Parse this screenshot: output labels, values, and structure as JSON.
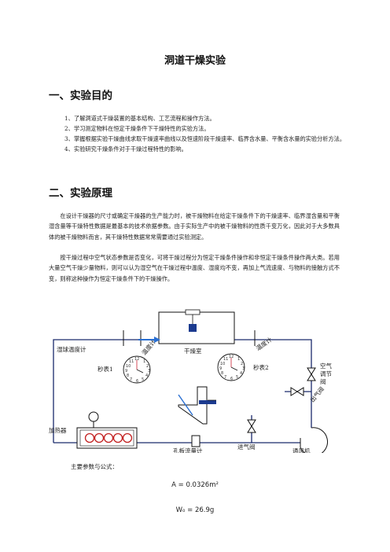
{
  "title": "洞道干燥实验",
  "section1": {
    "heading": "一、实验目的",
    "items": [
      {
        "num": "1、",
        "text": "了解洞道式干燥装置的基本结构、工艺流程和操作方法。"
      },
      {
        "num": "2、",
        "text": "学习测定物料在恒定干燥条件下干燥特性的实验方法。"
      },
      {
        "num": "3、",
        "text": "掌握根据实验干燥曲线求取干燥速率曲线以及恒速阶段干燥速率、临界含水量、平衡含水量的实验分析方法。"
      },
      {
        "num": "4、",
        "text": "实验研究干燥条件对于干燥过程特性的影响。"
      }
    ]
  },
  "section2": {
    "heading": "二、实验原理",
    "paragraphs": [
      "在设计干燥器的尺寸或确定干燥器的生产能力时，被干燥物料在给定干燥条件下的干燥速率、临界湿含量和平衡湿含量等干燥特性数据是最基本的技术依据参数。由于实际生产中的被干燥物料的性质千变万化，因此对于大多数具体的被干燥物料而言，其干燥特性数据常常需要通过实验测定。",
      "按干燥过程中空气状态参数是否变化，可将干燥过程分为恒定干燥条件操作和非恒定干燥条件操作两大类。若用大量空气干燥少量物料，则可以认为湿空气在干燥过程中温度、湿度均不变，再加上气流速度、与物料的接触方式不变，则称这种操作为恒定干燥条件下的干燥操作。"
    ]
  },
  "diagram": {
    "labels": {
      "wet_bulb": "湿球温度计",
      "dry_bulb": "温度计",
      "dry_bulb_right": "温度计",
      "drying_chamber": "干燥室",
      "stopwatch1": "秒表1",
      "stopwatch2": "秒表2",
      "air_valve_line1": "空气",
      "air_valve_line2": "调节",
      "air_valve_line3": "阀",
      "outlet_valve": "出气阀",
      "heater": "加热器",
      "orifice_meter": "孔板流量计",
      "inlet_valve": "进气阀",
      "fan": "通风机"
    },
    "clock_digits": [
      "11",
      "12",
      "1",
      "10",
      "2",
      "9",
      "3",
      "8",
      "4",
      "7",
      "6",
      "5"
    ]
  },
  "params": {
    "label": "主要参数与公式：",
    "f1": "A = 0.0326m²",
    "f2": "W₀ = 26.9g"
  }
}
